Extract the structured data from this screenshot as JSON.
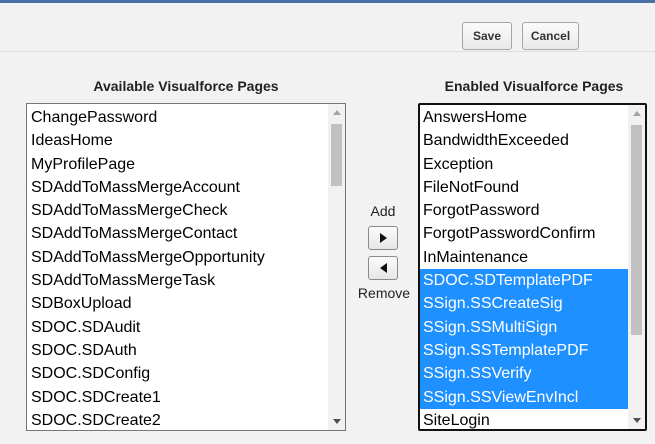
{
  "toolbar": {
    "save_label": "Save",
    "cancel_label": "Cancel"
  },
  "available": {
    "title": "Available Visualforce Pages",
    "items": [
      "ChangePassword",
      "IdeasHome",
      "MyProfilePage",
      "SDAddToMassMergeAccount",
      "SDAddToMassMergeCheck",
      "SDAddToMassMergeContact",
      "SDAddToMassMergeOpportunity",
      "SDAddToMassMergeTask",
      "SDBoxUpload",
      "SDOC.SDAudit",
      "SDOC.SDAuth",
      "SDOC.SDConfig",
      "SDOC.SDCreate1",
      "SDOC.SDCreate2"
    ]
  },
  "enabled": {
    "title": "Enabled Visualforce Pages",
    "items": [
      "AnswersHome",
      "BandwidthExceeded",
      "Exception",
      "FileNotFound",
      "ForgotPassword",
      "ForgotPasswordConfirm",
      "InMaintenance",
      "SDOC.SDTemplatePDF",
      "SSign.SSCreateSig",
      "SSign.SSMultiSign",
      "SSign.SSTemplatePDF",
      "SSign.SSVerify",
      "SSign.SSViewEnvIncl",
      "SiteLogin"
    ],
    "selected": [
      7,
      8,
      9,
      10,
      11,
      12
    ]
  },
  "mover": {
    "add_label": "Add",
    "remove_label": "Remove"
  },
  "icons": {
    "add": "triangle-right-icon",
    "remove": "triangle-left-icon",
    "scroll_up": "triangle-up-icon",
    "scroll_down": "triangle-down-icon"
  },
  "colors": {
    "selection": "#1e90ff",
    "accent_border": "#4a6fa5"
  }
}
